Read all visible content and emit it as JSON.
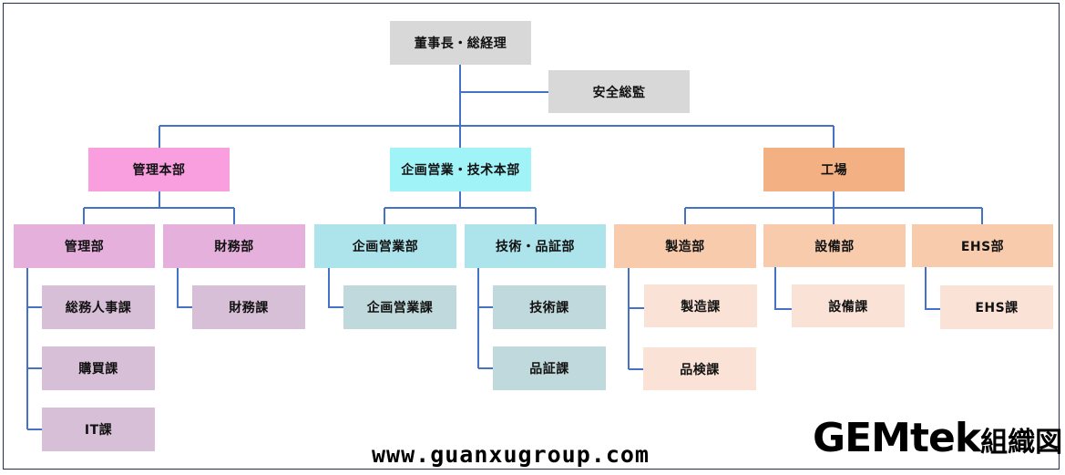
{
  "colors": {
    "line": "#4472c4",
    "gray": "#d9d8d8",
    "mgmt_hq": "#f99fdf",
    "mgmt_dept": "#e6b0dd",
    "mgmt_sec": "#d8bfd8",
    "plan_hq": "#a0f4f8",
    "plan_dept": "#ade4ec",
    "plan_sec": "#c0d9dc",
    "factory_hq": "#f3b183",
    "factory_dept": "#f7cbac",
    "factory_sec": "#fae3d6"
  },
  "top": {
    "chairman": "董事長・総経理",
    "safety": "安全総監"
  },
  "divisions": {
    "mgmt": "管理本部",
    "planning": "企画営業・技术本部",
    "factory": "工場"
  },
  "departments": {
    "admin": "管理部",
    "finance": "財務部",
    "sales": "企画営業部",
    "tech_qa": "技術・品証部",
    "manufacturing": "製造部",
    "equipment": "設備部",
    "ehs": "EHS部"
  },
  "sections": {
    "general_hr": "総務人事課",
    "purchasing": "購買課",
    "it": "IT課",
    "finance": "財務課",
    "sales": "企画営業課",
    "tech": "技術課",
    "qa": "品証課",
    "manufacturing": "製造課",
    "inspection": "品検課",
    "equipment": "設備課",
    "ehs": "EHS課"
  },
  "footer": {
    "website": "www.guanxugroup.com",
    "logo_en": "GEMtek",
    "logo_jp": "組織図"
  }
}
